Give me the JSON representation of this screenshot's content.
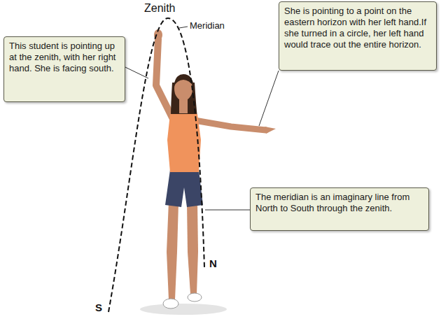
{
  "diagram": {
    "nodes": [
      {
        "text": [
          "This student is pointing up at the zenith, with her right hand. She is facing south."
        ]
      },
      {
        "text": [
          "She is pointing to a point on the eastern horizon with her left hand.If she turned in a circle, her left hand would trace out the entire horizon."
        ]
      },
      {
        "text": [
          "The meridian is an imaginary line from North to South through the zenith."
        ]
      }
    ],
    "labels": [
      "Zenith",
      "Meridian",
      "S",
      "N"
    ]
  }
}
